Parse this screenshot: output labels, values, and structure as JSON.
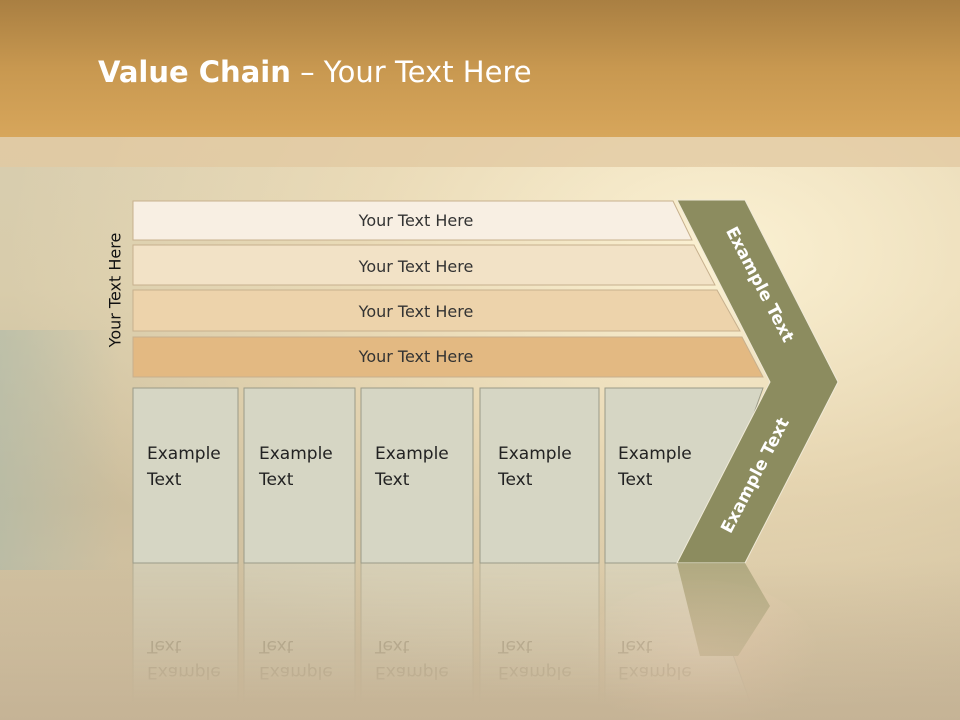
{
  "title": {
    "bold": "Value Chain",
    "rest": " – Your Text Here"
  },
  "side_label": "Your Text Here",
  "bars": [
    {
      "label": "Your Text Here",
      "color": "#f8efe3"
    },
    {
      "label": "Your Text Here",
      "color": "#f2e2c6"
    },
    {
      "label": "Your Text Here",
      "color": "#edd3ab"
    },
    {
      "label": "Your Text Here",
      "color": "#e3b982"
    }
  ],
  "boxes": [
    {
      "line1": "Example",
      "line2": "Text"
    },
    {
      "line1": "Example",
      "line2": "Text"
    },
    {
      "line1": "Example",
      "line2": "Text"
    },
    {
      "line1": "Example",
      "line2": "Text"
    },
    {
      "line1": "Example",
      "line2": "Text"
    }
  ],
  "chevron": {
    "top_label": "Example Text",
    "bottom_label": "Example Text",
    "color": "#8c8c5f"
  },
  "colors": {
    "header": "#d3a258",
    "box_fill": "#d6d6c4",
    "box_border": "#9b9b88"
  }
}
